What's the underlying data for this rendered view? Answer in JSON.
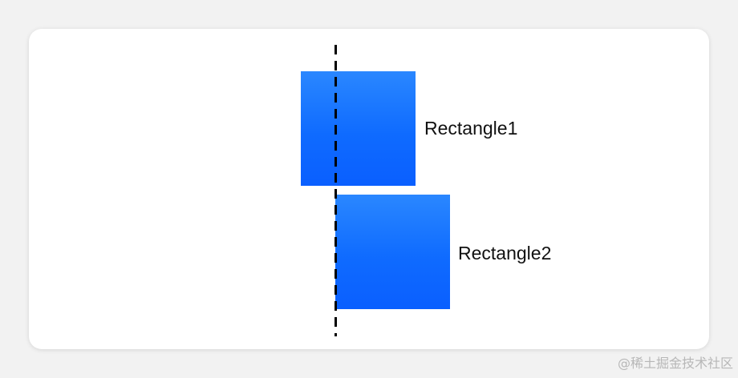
{
  "rectangles": [
    {
      "label": "Rectangle1",
      "color_top": "#2a87ff",
      "color_bottom": "#0a5fff"
    },
    {
      "label": "Rectangle2",
      "color_top": "#2a87ff",
      "color_bottom": "#0a5fff"
    }
  ],
  "guide": {
    "style": "dashed",
    "color": "#000000"
  },
  "watermark": "@稀土掘金技术社区"
}
